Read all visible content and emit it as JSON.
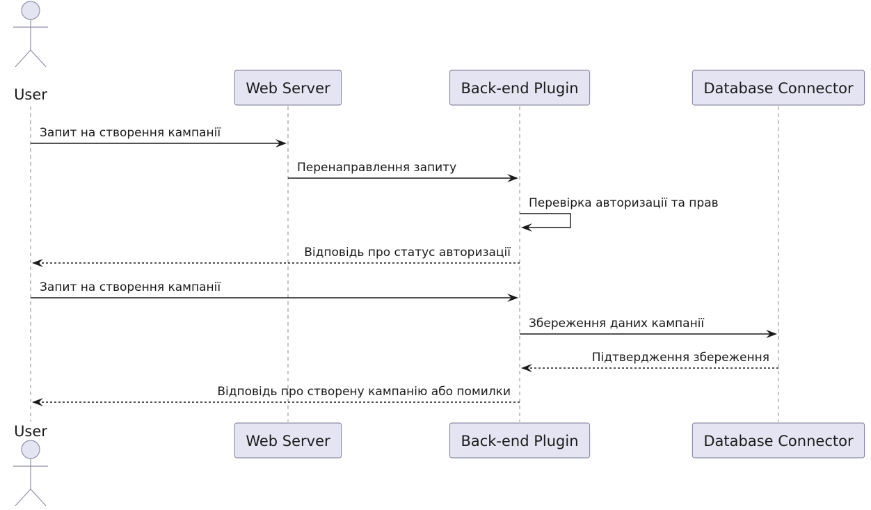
{
  "participants": [
    {
      "name": "User",
      "kind": "actor"
    },
    {
      "name": "Web Server",
      "kind": "participant"
    },
    {
      "name": "Back-end Plugin",
      "kind": "participant"
    },
    {
      "name": "Database Connector",
      "kind": "participant"
    }
  ],
  "messages": [
    {
      "from": 0,
      "to": 1,
      "style": "solid",
      "label": "Запит на створення кампанії"
    },
    {
      "from": 1,
      "to": 2,
      "style": "solid",
      "label": "Перенаправлення запиту"
    },
    {
      "from": 2,
      "to": 2,
      "style": "solid",
      "label": "Перевірка авторизації та прав"
    },
    {
      "from": 2,
      "to": 0,
      "style": "dashed",
      "label": "Відповідь про статус авторизації"
    },
    {
      "from": 0,
      "to": 2,
      "style": "solid",
      "label": "Запит на створення кампанії"
    },
    {
      "from": 2,
      "to": 3,
      "style": "solid",
      "label": "Збереження даних кампанії"
    },
    {
      "from": 3,
      "to": 2,
      "style": "dashed",
      "label": "Підтвердження збереження"
    },
    {
      "from": 2,
      "to": 0,
      "style": "dashed",
      "label": "Відповідь про створену кампанію або помилки"
    }
  ],
  "colors": {
    "participant_fill": "#e4e4f2",
    "participant_border": "#8f8fa8",
    "arrow": "#1a1a1a",
    "lifeline": "#8a8a8a"
  }
}
